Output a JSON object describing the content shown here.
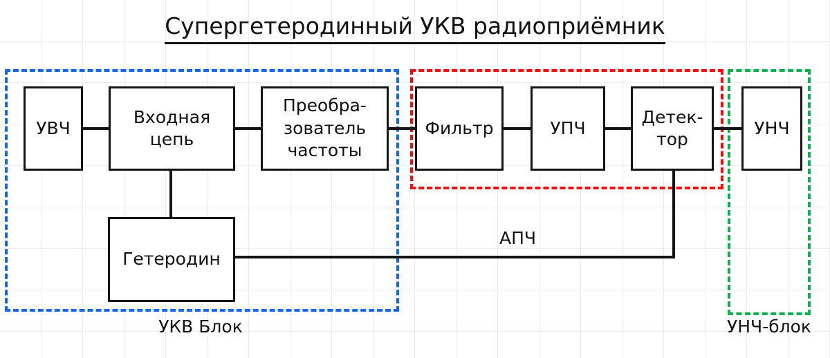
{
  "diagram": {
    "title": "Супергетеродинный УКВ радиоприёмник",
    "blocks": [
      {
        "id": "uvch",
        "label": "УВЧ"
      },
      {
        "id": "input-ckt",
        "line1": "Входная",
        "line2": "цепь"
      },
      {
        "id": "converter",
        "line1": "Преобра-",
        "line2": "зователь",
        "line3": "частоты"
      },
      {
        "id": "oscillator",
        "label": "Гетеродин"
      },
      {
        "id": "filter",
        "label": "Фильтр"
      },
      {
        "id": "upch",
        "label": "УПЧ"
      },
      {
        "id": "detector",
        "line1": "Детек-",
        "line2": "тор"
      },
      {
        "id": "unch",
        "label": "УНЧ"
      }
    ],
    "wire_labels": [
      {
        "id": "apch",
        "label": "АПЧ"
      }
    ],
    "groups": [
      {
        "id": "ukv-block",
        "label": "УКВ Блок",
        "color": "#1565f0"
      },
      {
        "id": "if-block",
        "label": "",
        "color": "#fc0808"
      },
      {
        "id": "unch-block",
        "label": "УНЧ-блок",
        "color": "#0cb04c"
      }
    ]
  }
}
